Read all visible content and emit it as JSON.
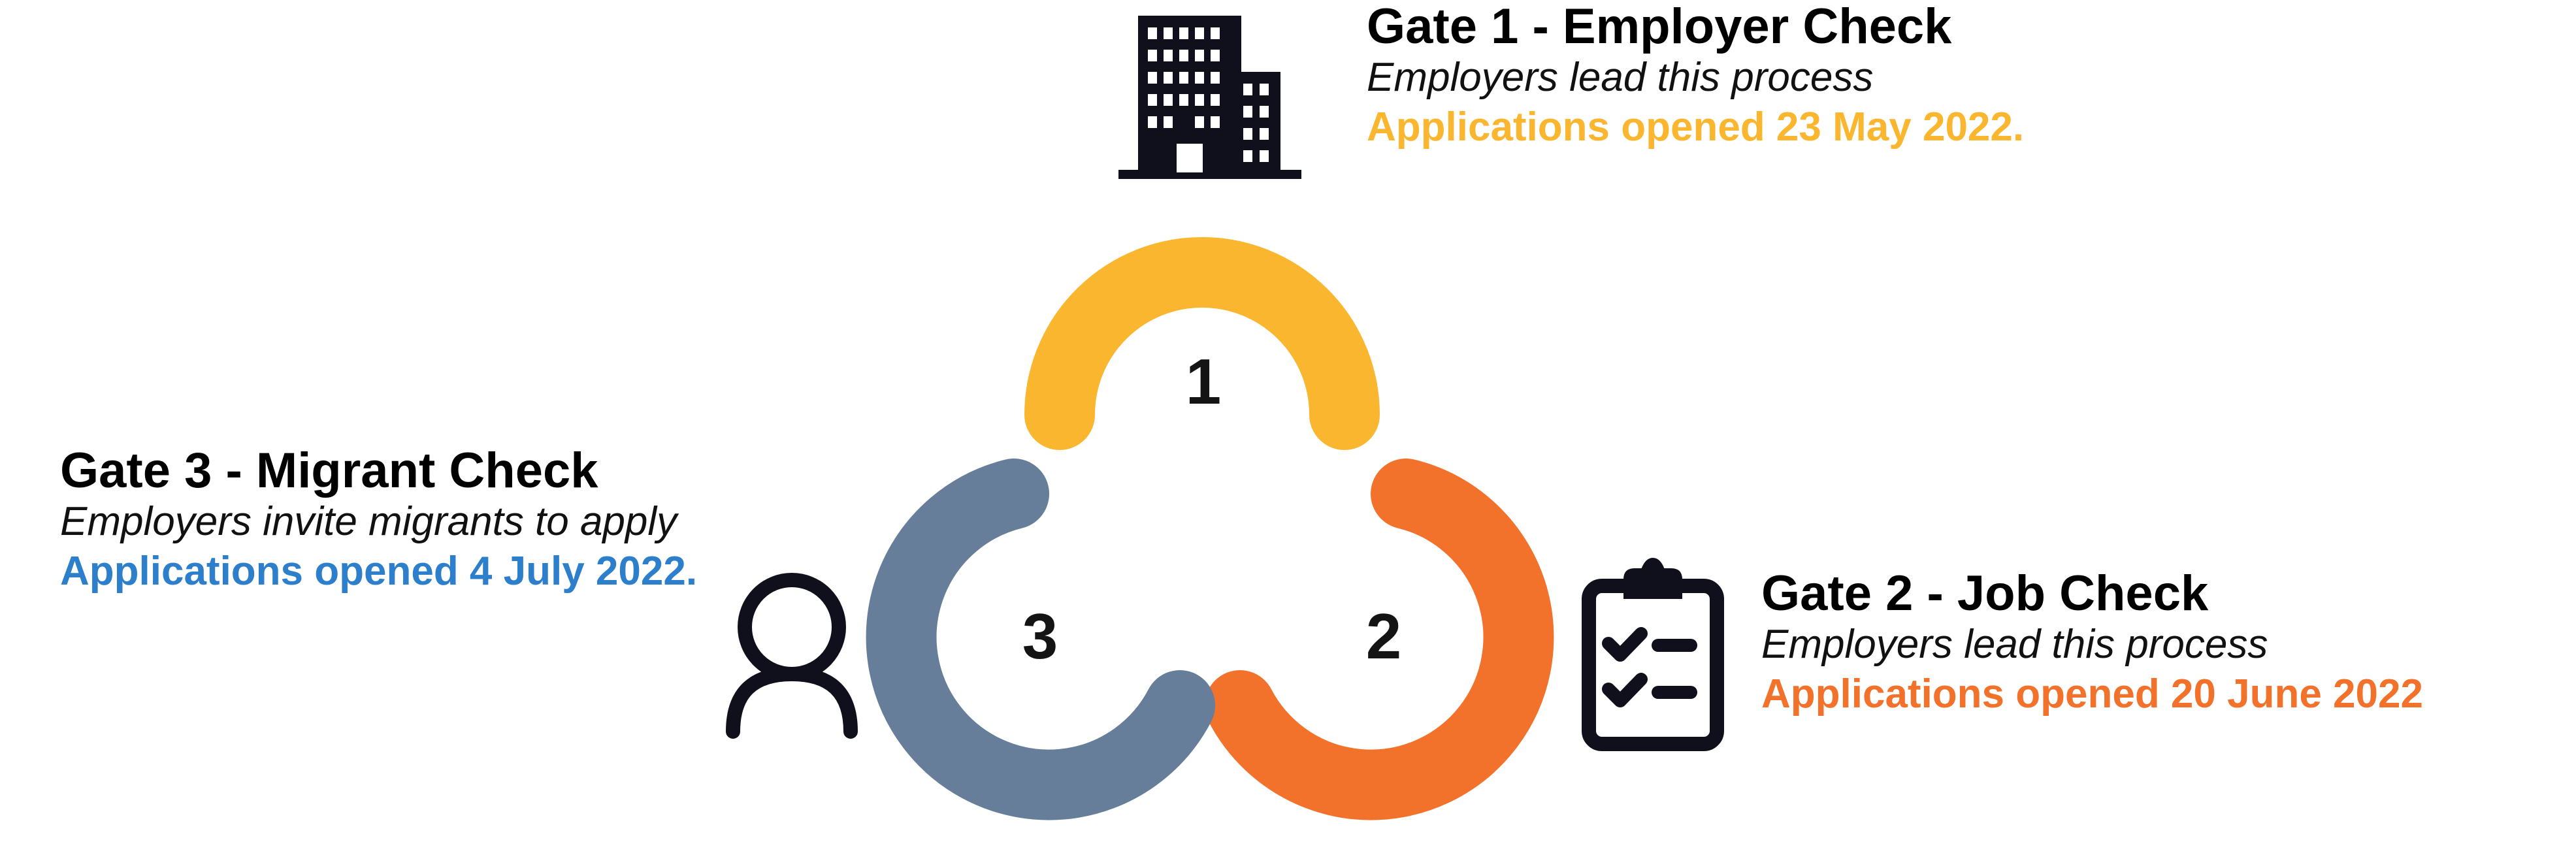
{
  "gates": [
    {
      "number": "1",
      "title": "Gate 1 - Employer Check",
      "subtitle": "Employers lead this process",
      "date_text": "Applications opened 23 May 2022.",
      "color": "#FBB62F",
      "icon": "office-building-icon"
    },
    {
      "number": "2",
      "title": "Gate 2 - Job Check",
      "subtitle": "Employers lead this process",
      "date_text": "Applications opened 20 June 2022",
      "color": "#F2722B",
      "icon": "clipboard-checklist-icon"
    },
    {
      "number": "3",
      "title": "Gate 3 - Migrant Check",
      "subtitle": "Employers invite migrants to apply",
      "date_text": "Applications opened 4 July 2022.",
      "color": "#2E7FCB",
      "icon": "person-icon"
    }
  ],
  "colors": {
    "gate1_arc": "#FBB62F",
    "gate2_arc": "#F2722B",
    "gate3_arc": "#667E99",
    "icon": "#10101C"
  }
}
